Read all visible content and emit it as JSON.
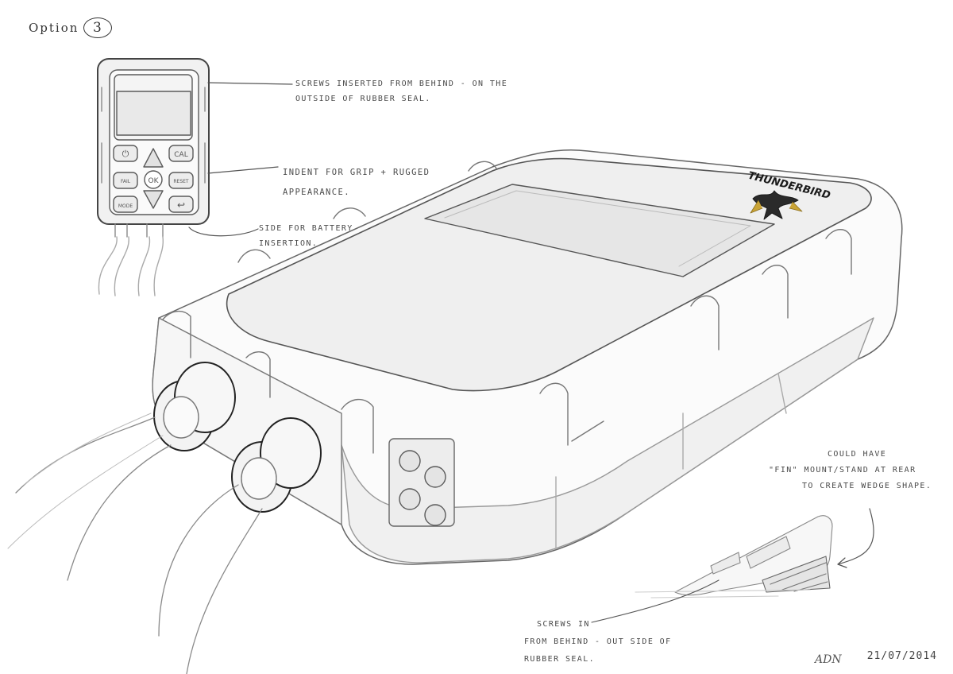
{
  "title": {
    "text": "Option",
    "number": "3"
  },
  "remote_buttons": {
    "power": "⏻",
    "cal": "CAL",
    "ok": "OK",
    "left": "FAIL",
    "right": "RESET",
    "mode": "MODE",
    "back": "↩"
  },
  "brand": "THUNDERBIRD",
  "notes": {
    "screws_top": [
      "SCREWS INSERTED FROM BEHIND - ON THE",
      "OUTSIDE OF RUBBER SEAL."
    ],
    "indent": [
      "INDENT FOR GRIP + RUGGED",
      "APPEARANCE."
    ],
    "battery": [
      "SIDE FOR BATTERY",
      "INSERTION."
    ],
    "fin": [
      "COULD HAVE",
      "\"FIN\" MOUNT/STAND AT REAR",
      "TO CREATE WEDGE SHAPE."
    ],
    "screws_bottom": [
      "SCREWS IN",
      "FROM BEHIND - OUT SIDE OF",
      "RUBBER SEAL."
    ]
  },
  "signature": "ADN",
  "date": "21/07/2014",
  "colors": {
    "pencil": "#555555",
    "light": "#9a9a9a",
    "shade": "#eeeeee",
    "brand": "#caa436"
  }
}
